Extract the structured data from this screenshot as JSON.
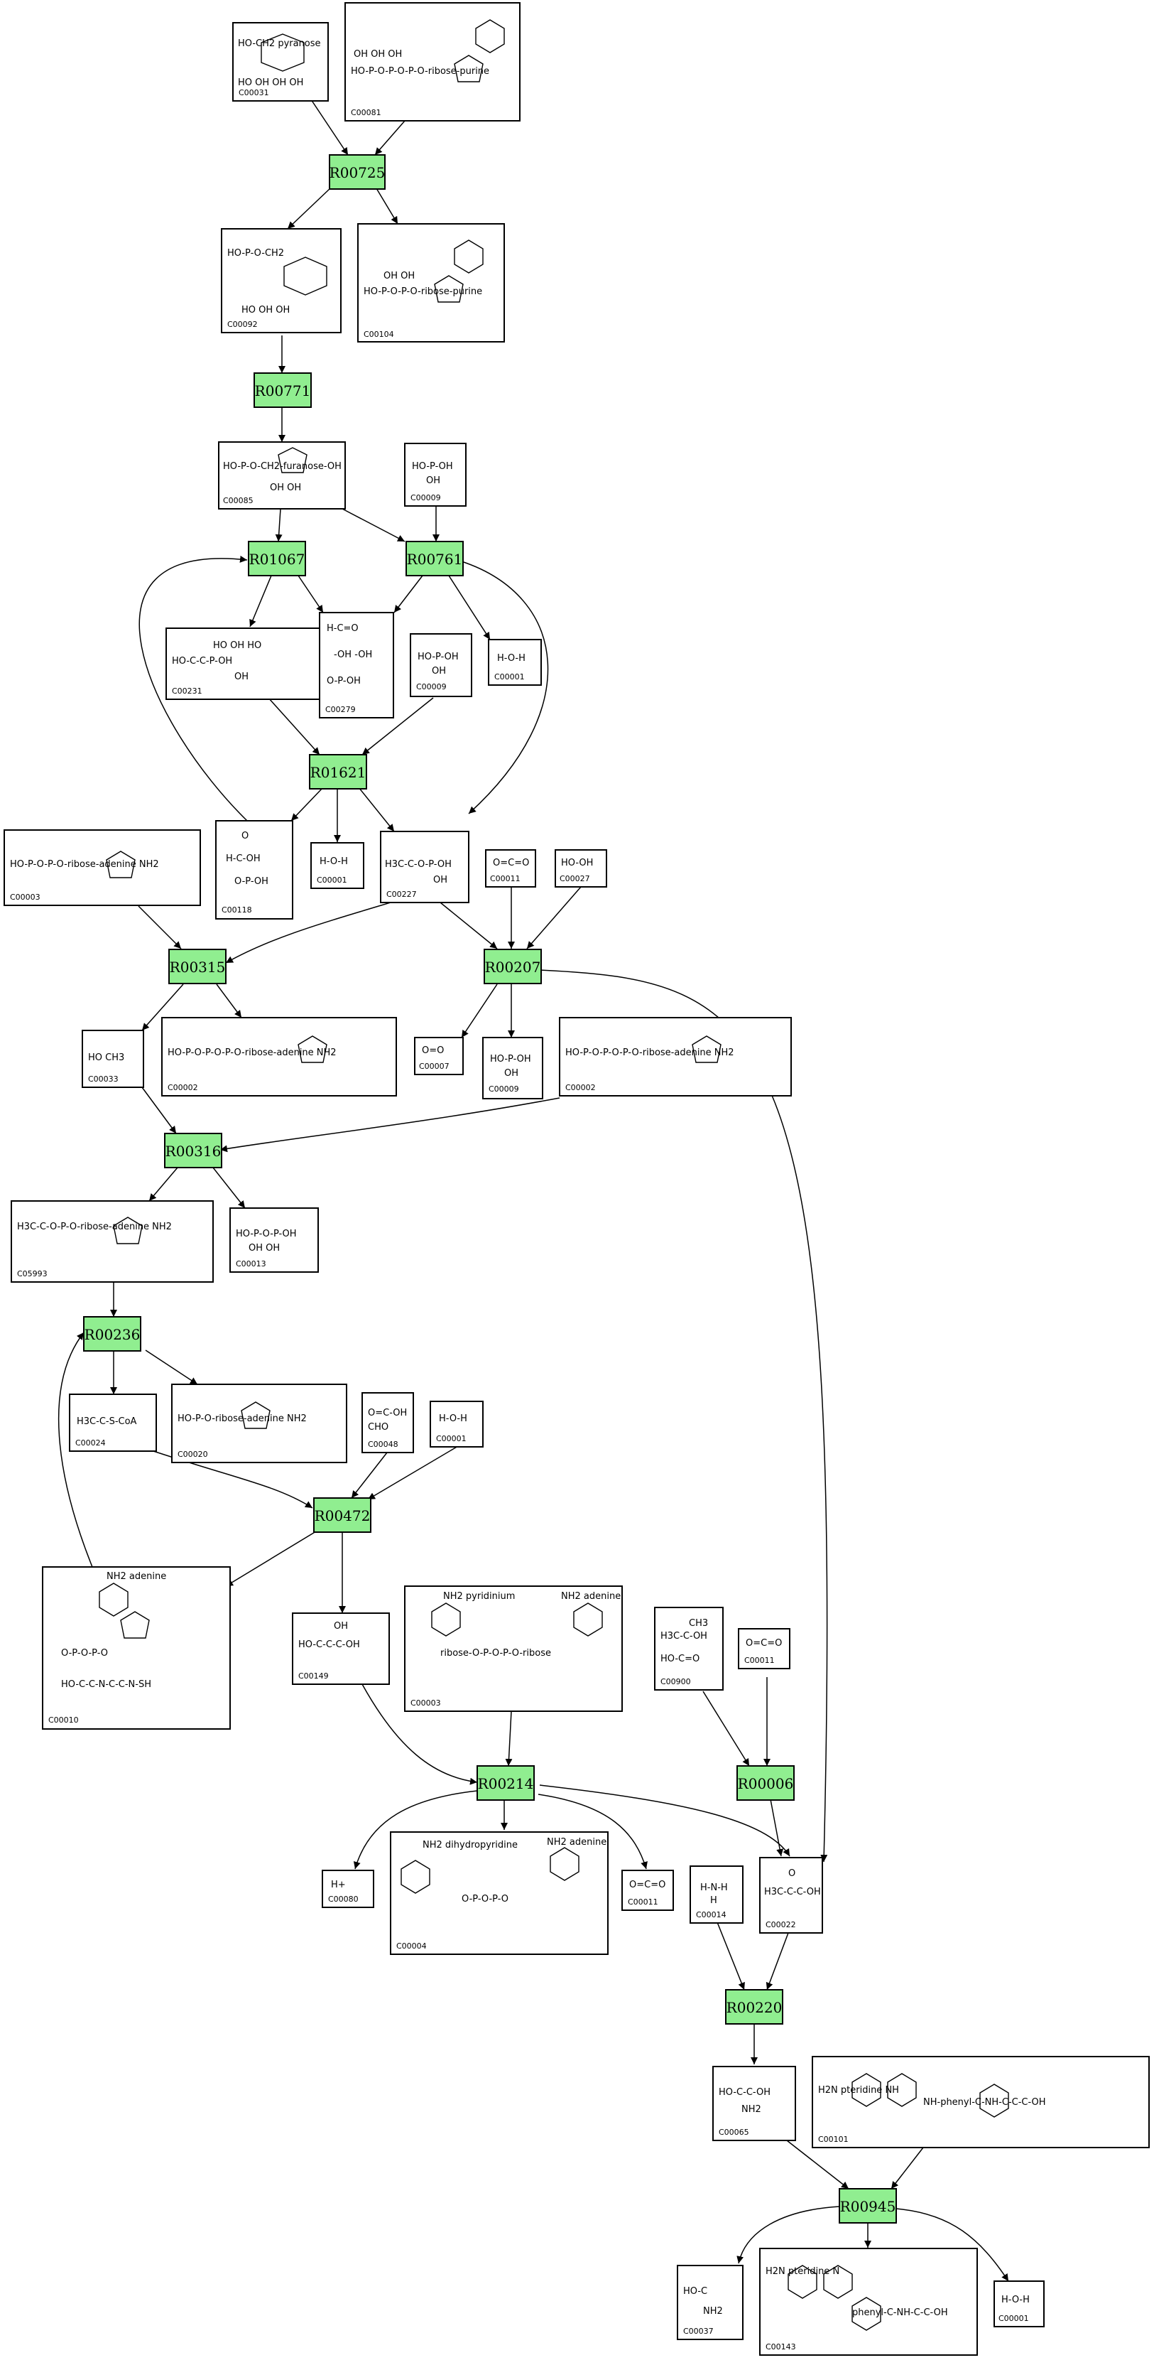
{
  "reactions": [
    {
      "id": "R00725",
      "label": "R00725"
    },
    {
      "id": "R00771",
      "label": "R00771"
    },
    {
      "id": "R01067",
      "label": "R01067"
    },
    {
      "id": "R00761",
      "label": "R00761"
    },
    {
      "id": "R01621",
      "label": "R01621"
    },
    {
      "id": "R00315",
      "label": "R00315"
    },
    {
      "id": "R00207",
      "label": "R00207"
    },
    {
      "id": "R00316",
      "label": "R00316"
    },
    {
      "id": "R00236",
      "label": "R00236"
    },
    {
      "id": "R00472",
      "label": "R00472"
    },
    {
      "id": "R00214",
      "label": "R00214"
    },
    {
      "id": "R00006",
      "label": "R00006"
    },
    {
      "id": "R00220",
      "label": "R00220"
    },
    {
      "id": "R00945",
      "label": "R00945"
    }
  ],
  "compounds": [
    {
      "id": "c31",
      "code": "C00031",
      "formula": [
        "HO-CH2 pyranose",
        "HO  OH  OH  OH"
      ]
    },
    {
      "id": "c81",
      "code": "C00081",
      "formula": [
        "OH  OH  OH",
        "HO-P-O-P-O-P-O-ribose-purine"
      ]
    },
    {
      "id": "c92",
      "code": "C00092",
      "formula": [
        "HO-P-O-CH2",
        "HO  OH  OH"
      ]
    },
    {
      "id": "c104",
      "code": "C00104",
      "formula": [
        "OH  OH",
        "HO-P-O-P-O-ribose-purine"
      ]
    },
    {
      "id": "c85",
      "code": "C00085",
      "formula": [
        "HO-P-O-CH2-furanose-OH",
        "OH  OH"
      ]
    },
    {
      "id": "c9a",
      "code": "C00009",
      "formula": [
        "HO-P-OH",
        "OH"
      ]
    },
    {
      "id": "c231",
      "code": "C00231",
      "formula": [
        "HO  OH  HO",
        "HO-C-C-P-OH",
        "OH"
      ]
    },
    {
      "id": "c279",
      "code": "C00279",
      "formula": [
        "H-C=O",
        "-OH -OH",
        "O-P-OH"
      ]
    },
    {
      "id": "c9b",
      "code": "C00009",
      "formula": [
        "HO-P-OH",
        "OH"
      ]
    },
    {
      "id": "c1a",
      "code": "C00001",
      "formula": [
        "H-O-H"
      ]
    },
    {
      "id": "c3",
      "code": "C00003",
      "formula": [
        "HO-P-O-P-O-ribose-adenine NH2"
      ]
    },
    {
      "id": "c118",
      "code": "C00118",
      "formula": [
        "O",
        "H-C-OH",
        "O-P-OH"
      ]
    },
    {
      "id": "c1b",
      "code": "C00001",
      "formula": [
        "H-O-H"
      ]
    },
    {
      "id": "c227",
      "code": "C00227",
      "formula": [
        "H3C-C-O-P-OH",
        "OH"
      ]
    },
    {
      "id": "c11a",
      "code": "C00011",
      "formula": [
        "O=C=O"
      ]
    },
    {
      "id": "c27",
      "code": "C00027",
      "formula": [
        "HO-OH"
      ]
    },
    {
      "id": "c33",
      "code": "C00033",
      "formula": [
        "HO  CH3"
      ]
    },
    {
      "id": "c2a",
      "code": "C00002",
      "formula": [
        "HO-P-O-P-O-P-O-ribose-adenine NH2"
      ]
    },
    {
      "id": "c7",
      "code": "C00007",
      "formula": [
        "O=O"
      ]
    },
    {
      "id": "c9c",
      "code": "C00009",
      "formula": [
        "HO-P-OH",
        "OH"
      ]
    },
    {
      "id": "c2b",
      "code": "C00002",
      "formula": [
        "HO-P-O-P-O-P-O-ribose-adenine NH2"
      ]
    },
    {
      "id": "c5993",
      "code": "C05993",
      "formula": [
        "H3C-C-O-P-O-ribose-adenine NH2"
      ]
    },
    {
      "id": "c13",
      "code": "C00013",
      "formula": [
        "HO-P-O-P-OH",
        "OH OH"
      ]
    },
    {
      "id": "c24",
      "code": "C00024",
      "formula": [
        "H3C-C-S-CoA"
      ]
    },
    {
      "id": "c20",
      "code": "C00020",
      "formula": [
        "HO-P-O-ribose-adenine NH2"
      ]
    },
    {
      "id": "c48",
      "code": "C00048",
      "formula": [
        "O=C-OH",
        "CHO"
      ]
    },
    {
      "id": "c1c",
      "code": "C00001",
      "formula": [
        "H-O-H"
      ]
    },
    {
      "id": "c10",
      "code": "C00010",
      "formula": [
        "NH2 adenine",
        "O-P-O-P-O",
        "HO-C-C-N-C-C-N-SH"
      ]
    },
    {
      "id": "c149",
      "code": "C00149",
      "formula": [
        "OH",
        "HO-C-C-C-OH"
      ]
    },
    {
      "id": "c3b",
      "code": "C00003",
      "formula": [
        "NH2 pyridinium",
        "NH2 adenine",
        "ribose-O-P-O-P-O-ribose"
      ]
    },
    {
      "id": "c900",
      "code": "C00900",
      "formula": [
        "CH3",
        "H3C-C-OH",
        "HO-C=O"
      ]
    },
    {
      "id": "c11b",
      "code": "C00011",
      "formula": [
        "O=C=O"
      ]
    },
    {
      "id": "c80",
      "code": "C00080",
      "formula": [
        "H+"
      ]
    },
    {
      "id": "c4",
      "code": "C00004",
      "formula": [
        "NH2 dihydropyridine",
        "NH2 adenine",
        "O-P-O-P-O"
      ]
    },
    {
      "id": "c11c",
      "code": "C00011",
      "formula": [
        "O=C=O"
      ]
    },
    {
      "id": "c14",
      "code": "C00014",
      "formula": [
        "H-N-H",
        "H"
      ]
    },
    {
      "id": "c22",
      "code": "C00022",
      "formula": [
        "O",
        "H3C-C-C-OH"
      ]
    },
    {
      "id": "c65",
      "code": "C00065",
      "formula": [
        "HO-C-C-OH",
        "NH2"
      ]
    },
    {
      "id": "c101",
      "code": "C00101",
      "formula": [
        "H2N pteridine NH",
        "NH-phenyl-C-NH-C-C-C-OH"
      ]
    },
    {
      "id": "c37",
      "code": "C00037",
      "formula": [
        "HO-C",
        "NH2"
      ]
    },
    {
      "id": "c143",
      "code": "C00143",
      "formula": [
        "H2N pteridine N",
        "phenyl-C-NH-C-C-OH"
      ]
    },
    {
      "id": "c1d",
      "code": "C00001",
      "formula": [
        "H-O-H"
      ]
    }
  ]
}
